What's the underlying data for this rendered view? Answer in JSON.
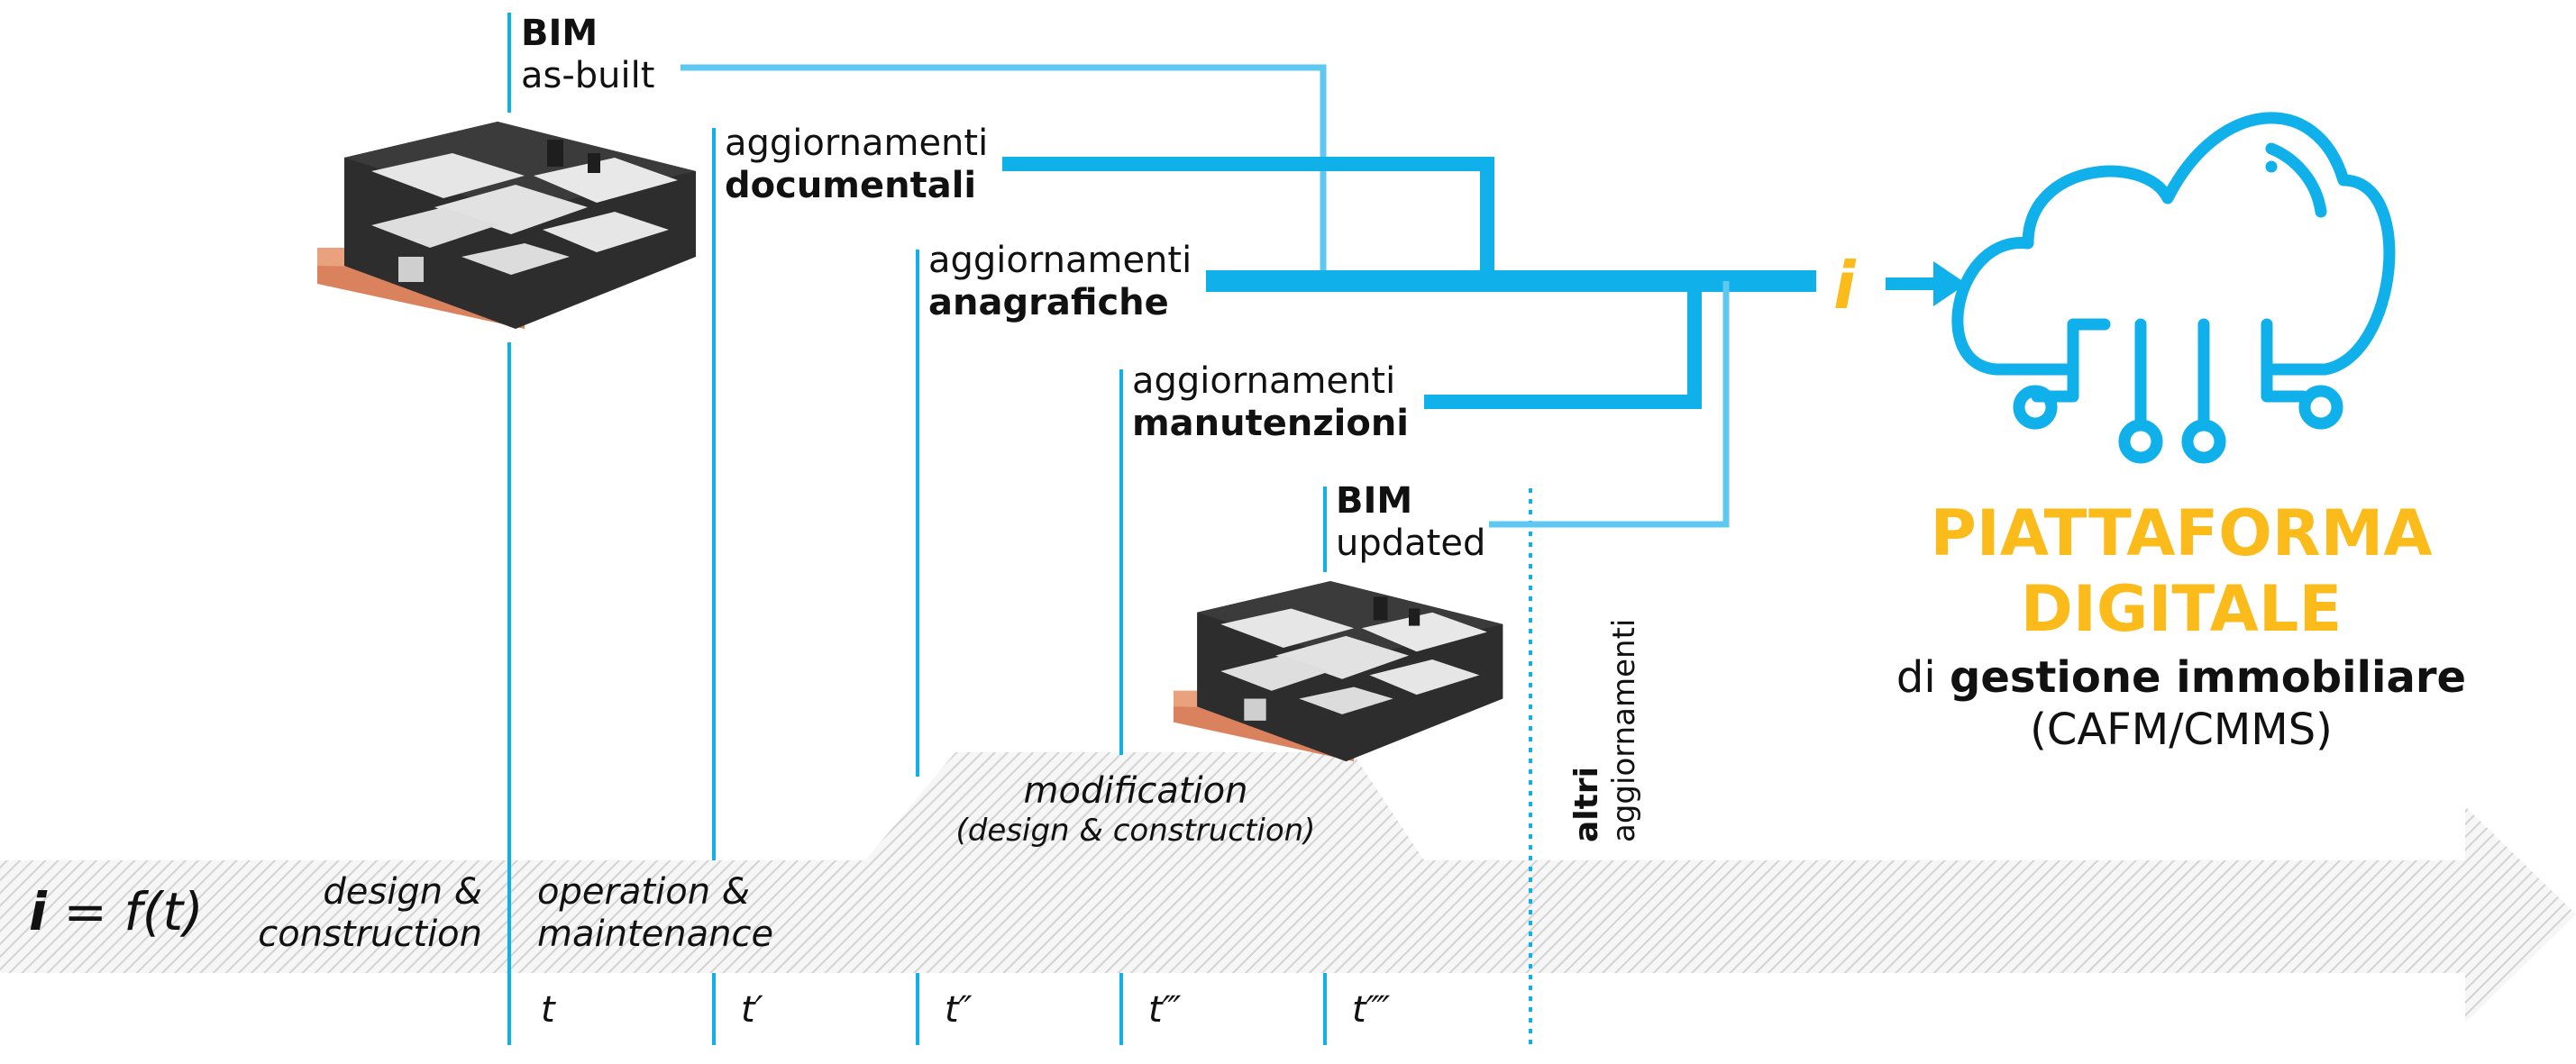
{
  "formula": {
    "i": "i",
    "rest": " = f(t)"
  },
  "phases": {
    "design_line1": "design &",
    "design_line2": "construction",
    "operation_line1": "operation &",
    "operation_line2": "maintenance",
    "modification_line1": "modification",
    "modification_line2": "(design & construction)"
  },
  "labels": {
    "bim_asbuilt_bold": "BIM",
    "bim_asbuilt_sub": "as-built",
    "documentali_pre": "aggiornamenti",
    "documentali_bold": "documentali",
    "anagrafiche_pre": "aggiornamenti",
    "anagrafiche_bold": "anagrafiche",
    "manutenzioni_pre": "aggiornamenti",
    "manutenzioni_bold": "manutenzioni",
    "bim_updated_bold": "BIM",
    "bim_updated_sub": "updated",
    "altri_bold": "altri",
    "altri_sub": "aggiornamenti"
  },
  "info_symbol": "i",
  "platform": {
    "title_line1": "PIATTAFORMA",
    "title_line2": "DIGITALE",
    "sub_pre": "di ",
    "sub_bold": "gestione immobiliare",
    "sub_line2": "(CAFM/CMMS)"
  },
  "ticks": [
    "t",
    "t′",
    "t″",
    "t‴",
    "t⁗"
  ],
  "icons": {
    "cloud": "cloud-network-icon",
    "building": "isometric-building-model-icon",
    "arrow": "arrow-right-icon"
  },
  "colors": {
    "blue": "#10b0eb",
    "light_blue": "#5ec8f0",
    "yellow": "#fbbb1a",
    "timeline_stripe": "#d0d0d0"
  }
}
